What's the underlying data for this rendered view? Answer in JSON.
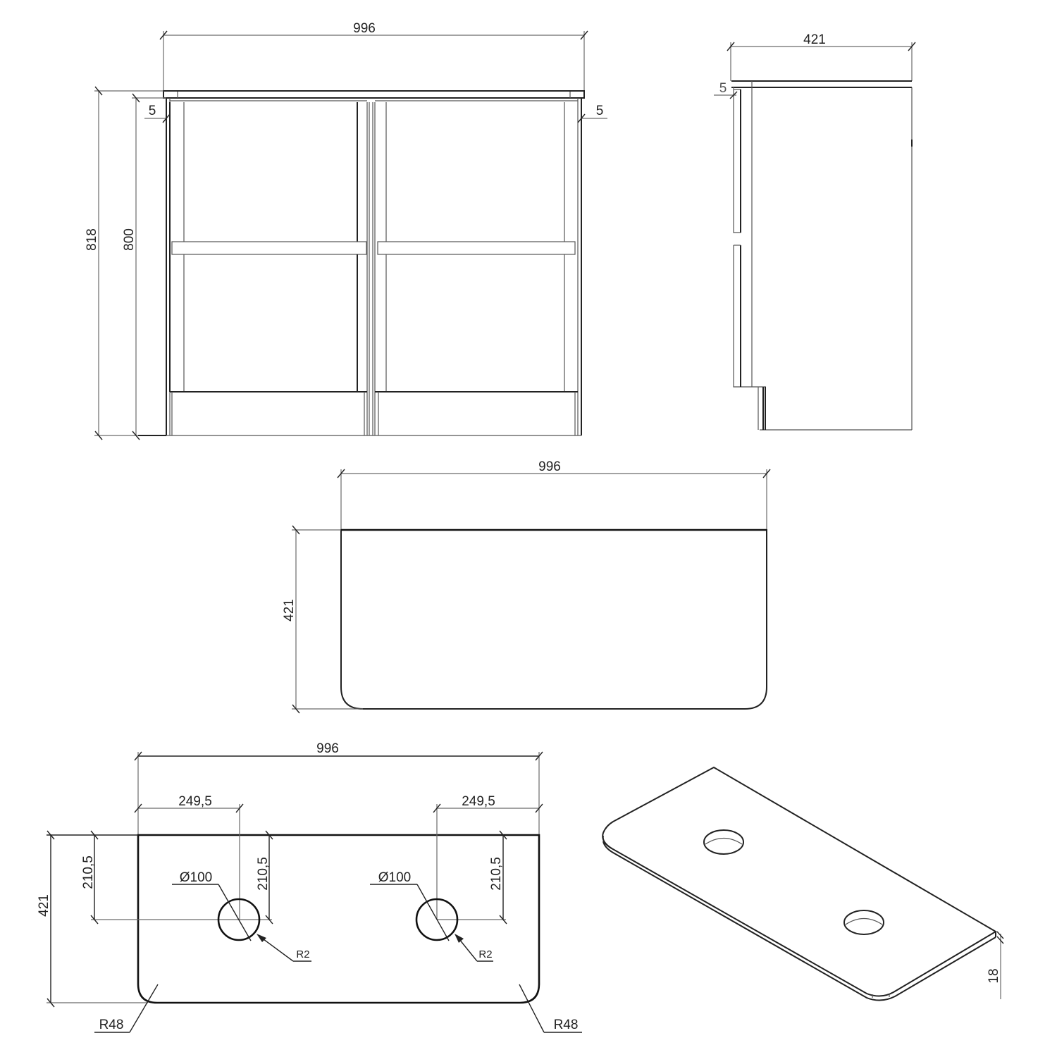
{
  "drawing": {
    "type": "technical-drawing",
    "subject": "Double vanity unit with countertop and two basin holes",
    "units": "mm",
    "line_color": "#222222",
    "dimension_color": "#6a6a6a",
    "background": "#ffffff"
  },
  "views": {
    "front": {
      "name": "Front elevation",
      "width_label": "996",
      "overall_height_label": "818",
      "cabinet_height_label": "800",
      "left_reveal_label": "5",
      "right_reveal_label": "5",
      "doors": 2,
      "shelves_per_door": 1
    },
    "side": {
      "name": "Side elevation",
      "depth_label": "421",
      "top_reveal_label": "5"
    },
    "top_plan": {
      "name": "Top plan",
      "width_label": "996",
      "depth_label": "421"
    },
    "countertop_plan": {
      "name": "Countertop plan with holes",
      "width_label": "996",
      "depth_label": "421",
      "left_hole_offset_x_label": "249,5",
      "right_hole_offset_x_label": "249,5",
      "left_hole_offset_y_label_outer": "210,5",
      "left_hole_offset_y_label_inner": "210,5",
      "right_hole_offset_y_label": "210,5",
      "left_hole_diameter_label": "Ø100",
      "right_hole_diameter_label": "Ø100",
      "left_hole_edge_radius_label": "R2",
      "right_hole_edge_radius_label": "R2",
      "left_corner_radius_label": "R48",
      "right_corner_radius_label": "R48"
    },
    "isometric": {
      "name": "Isometric countertop",
      "thickness_label": "18",
      "holes": 2
    }
  }
}
